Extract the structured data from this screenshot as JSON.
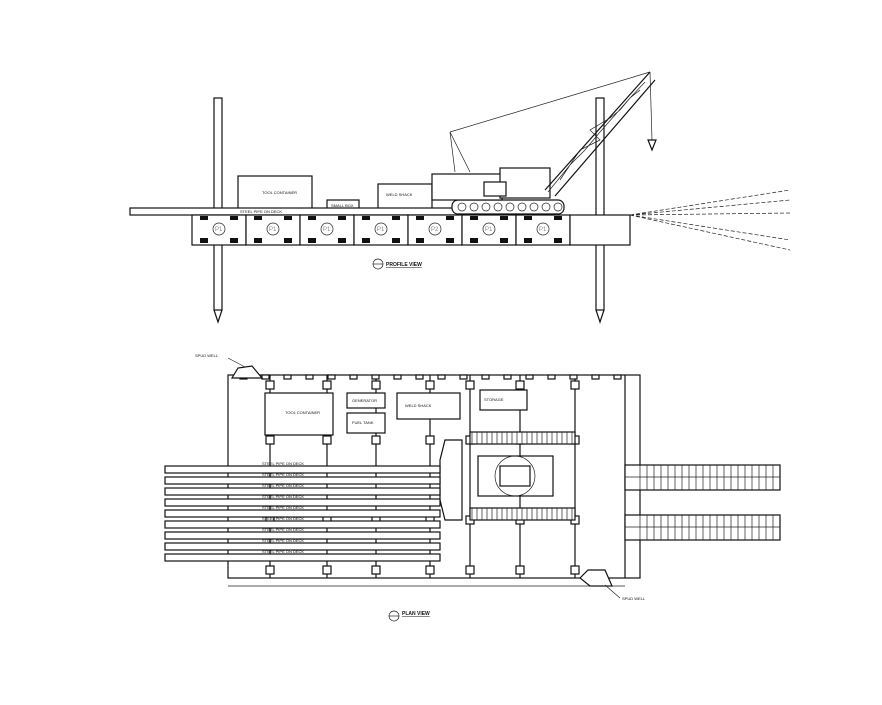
{
  "profile_view": {
    "title": "PROFILE VIEW",
    "pontoon_labels": [
      "P1",
      "P1",
      "P1",
      "P1",
      "P2",
      "P1",
      "P1"
    ],
    "pipe_note": "STEEL PIPE ON DECK",
    "boxes": [
      "TOOL CONTAINER",
      "SMALL BOX",
      "WELD SHACK"
    ]
  },
  "plan_view": {
    "title": "PLAN VIEW",
    "spud_note_top": "SPUD WELL",
    "spud_note_bottom": "SPUD WELL",
    "pipe_note": "STEEL PIPE ON DECK",
    "pipe_rows": 9,
    "boxes": [
      "TOOL CONTAINER",
      "GENERATOR",
      "FUEL TANK",
      "WELD SHACK",
      "STORAGE"
    ]
  }
}
